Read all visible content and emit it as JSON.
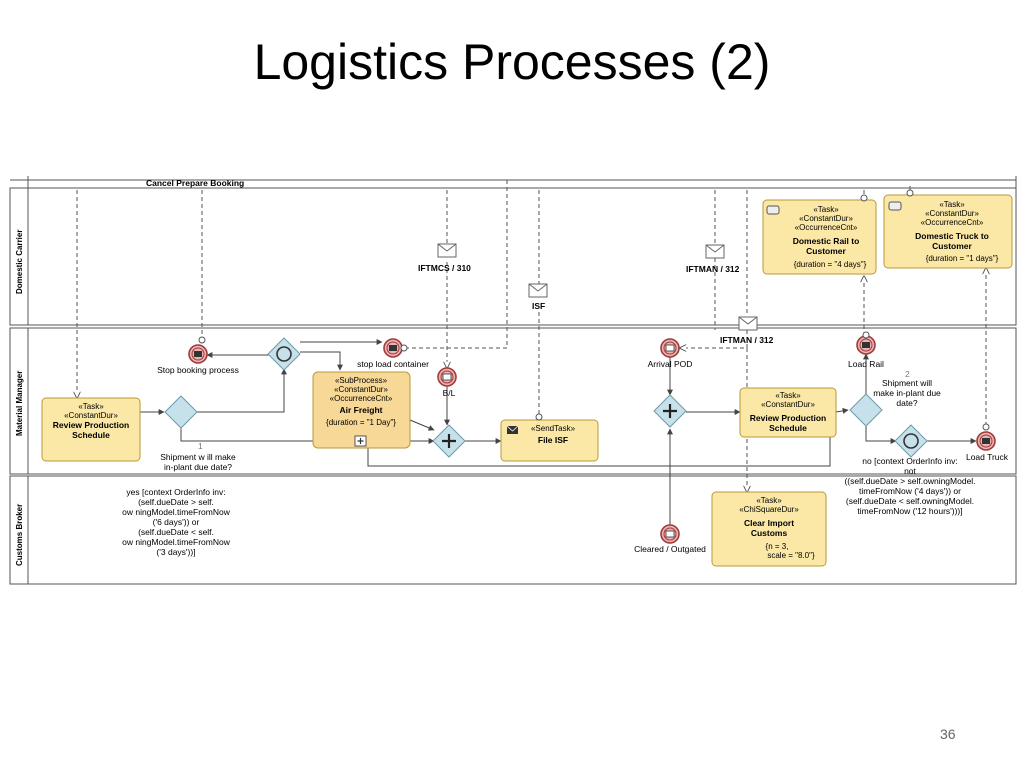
{
  "title": "Logistics Processes (2)",
  "page_number": "36",
  "lanes": {
    "top_label": "Cancel Prepare Booking",
    "carrier": "Domestic Carrier",
    "manager": "Material Manager",
    "broker": "Customs Broker"
  },
  "messages": {
    "iftmcs": "IFTMCS / 310",
    "isf": "ISF",
    "iftman_top": "IFTMAN / 312",
    "iftman_mid": "IFTMAN / 312"
  },
  "events": {
    "stop_booking": "Stop booking process",
    "stop_load": "stop load container",
    "bl": "B/L",
    "arrival_pod": "Arrival POD",
    "load_rail": "Load Rail",
    "load_truck": "Load Truck",
    "cleared": "Cleared / Outgated"
  },
  "tasks": {
    "review1": {
      "stereo1": "«Task»",
      "stereo2": "«ConstantDur»",
      "name1": "Review Production",
      "name2": "Schedule"
    },
    "air": {
      "stereo1": "«SubProcess»",
      "stereo2": "«ConstantDur»",
      "stereo3": "«OccurrenceCnt»",
      "name": "Air Freight",
      "duration": "{duration = \"1  Day\"}"
    },
    "file_isf": {
      "stereo": "«SendTask»",
      "name": "File ISF"
    },
    "review2": {
      "stereo1": "«Task»",
      "stereo2": "«ConstantDur»",
      "name1": "Review Production",
      "name2": "Schedule"
    },
    "rail": {
      "stereo1": "«Task»",
      "stereo2": "«ConstantDur»",
      "stereo3": "«OccurrenceCnt»",
      "name1": "Domestic Rail to",
      "name2": "Customer",
      "duration": "{duration = \"4  days\"}"
    },
    "truck": {
      "stereo1": "«Task»",
      "stereo2": "«ConstantDur»",
      "stereo3": "«OccurrenceCnt»",
      "name1": "Domestic Truck to",
      "name2": "Customer",
      "duration": "{duration = \"1  days\"}"
    },
    "customs": {
      "stereo1": "«Task»",
      "stereo2": "«ChiSquareDur»",
      "name1": "Clear Import",
      "name2": "Customs",
      "param1": "{n = 3,",
      "param2": "scale = \"8.0\"}"
    }
  },
  "gateways": {
    "g1_num": "1",
    "g1_line1": "Shipment w ill make",
    "g1_line2": "in-plant due date?",
    "g2_num": "2",
    "g2_line1": "Shipment will",
    "g2_line2": "make in-plant due",
    "g2_line3": "date?"
  },
  "conditions": {
    "yes": [
      "yes [context OrderInfo inv:",
      "(self.dueDate > self.",
      "ow ningModel.timeFromNow",
      "('6 days')) or",
      "(self.dueDate < self.",
      "ow ningModel.timeFromNow",
      "('3 days'))]"
    ],
    "no": [
      "no [context OrderInfo inv:",
      "not",
      "((self.dueDate > self.owningModel.",
      "timeFromNow ('4 days')) or",
      "(self.dueDate < self.owningModel.",
      "timeFromNow ('12 hours')))]"
    ]
  },
  "colors": {
    "task_fill": "#fbe8a6",
    "task_stroke": "#b99a3a",
    "subprocess_fill": "#f7d896",
    "event_fill": "#e7b3b3",
    "event_stroke": "#a33a3a",
    "gateway_fill": "#c7e1ea",
    "gateway_stroke": "#6b9aab"
  }
}
